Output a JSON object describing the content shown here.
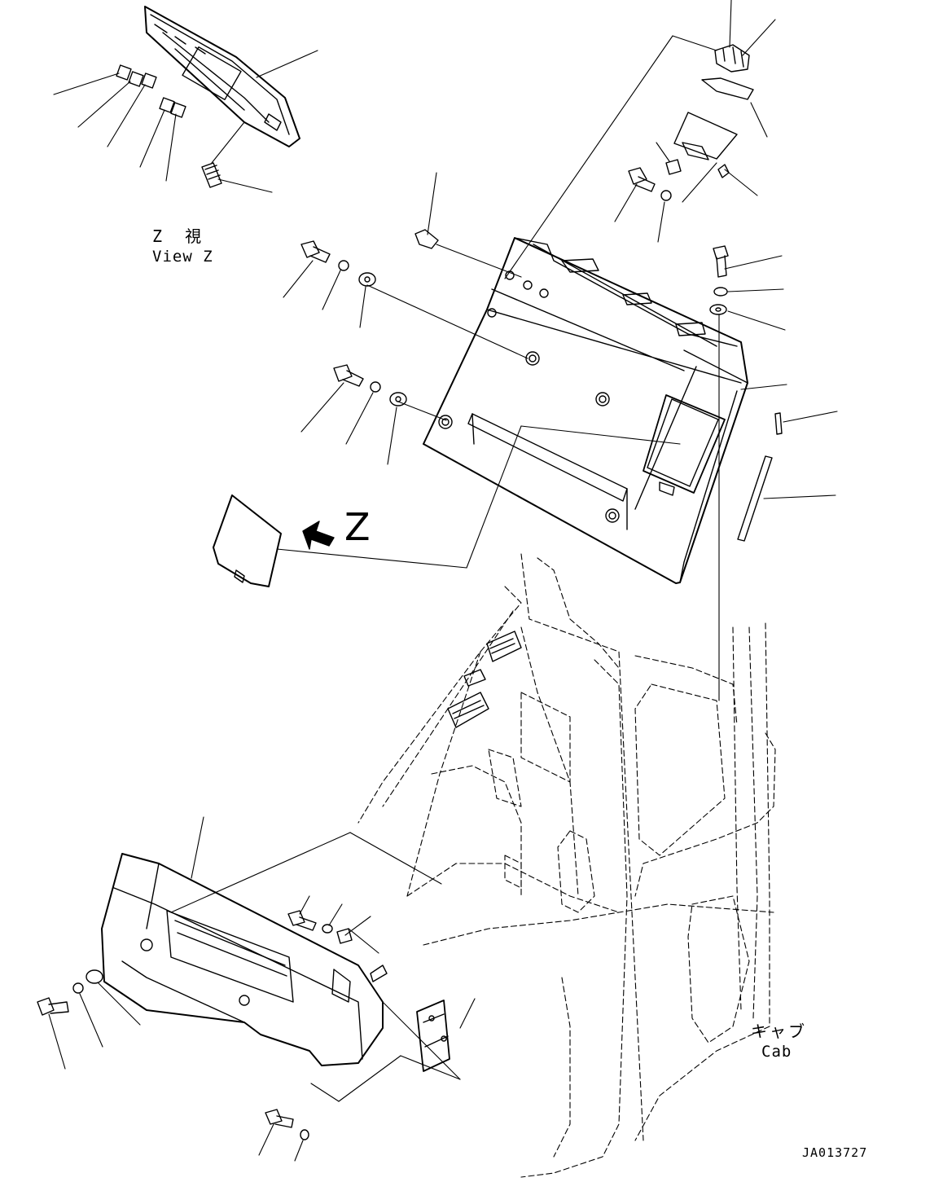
{
  "view_label": {
    "jp": "Z 視",
    "en": "View Z"
  },
  "arrow_label": "Z",
  "cab_label": {
    "jp": "キャブ",
    "en": "Cab"
  },
  "drawing_code": "JA013727",
  "colors": {
    "ink": "#000000",
    "paper": "#ffffff"
  }
}
